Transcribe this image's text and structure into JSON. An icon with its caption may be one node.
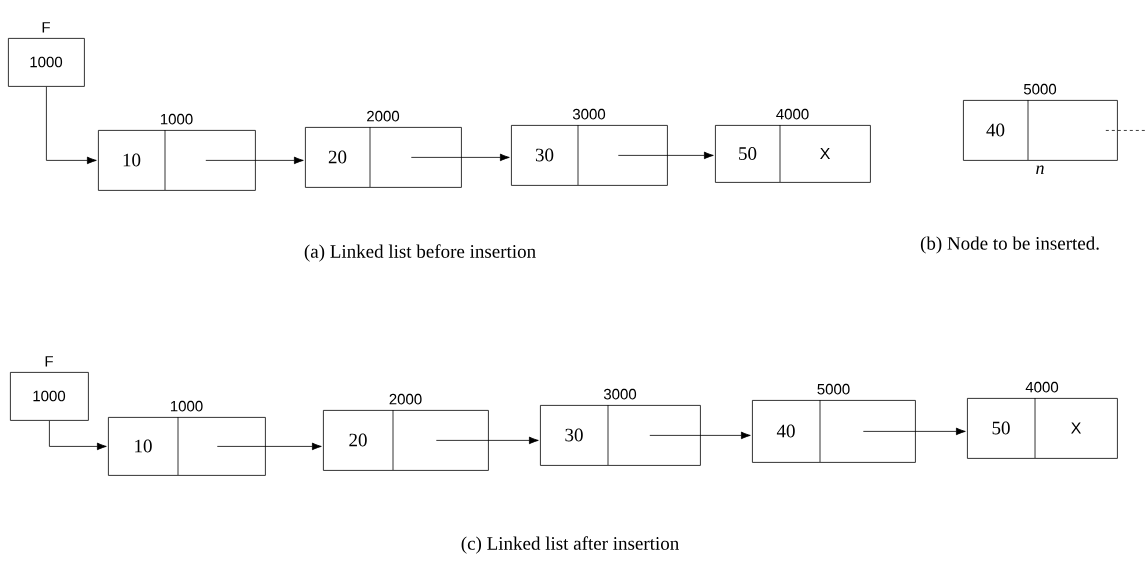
{
  "diagram": {
    "nodes": [
      {
        "text": [
          "1000"
        ],
        "beside": [
          "F"
        ]
      },
      {
        "text": [
          "10"
        ],
        "beside": [
          "1000"
        ]
      },
      {
        "text": [
          "20"
        ],
        "beside": [
          "2000"
        ]
      },
      {
        "text": [
          "30"
        ],
        "beside": [
          "3000"
        ]
      },
      {
        "text": [
          "50",
          "X"
        ],
        "beside": [
          "4000"
        ]
      },
      {
        "text": [
          "40"
        ],
        "beside": [
          "5000",
          "n"
        ]
      },
      {
        "text": [
          "1000"
        ],
        "beside": [
          "F"
        ]
      },
      {
        "text": [
          "10"
        ],
        "beside": [
          "1000"
        ]
      },
      {
        "text": [
          "20"
        ],
        "beside": [
          "2000"
        ]
      },
      {
        "text": [
          "30"
        ],
        "beside": [
          "3000"
        ]
      },
      {
        "text": [
          "40"
        ],
        "beside": [
          "5000"
        ]
      },
      {
        "text": [
          "50",
          "X"
        ],
        "beside": [
          "4000"
        ]
      }
    ],
    "edges": [
      {
        "from": 0,
        "to": 1,
        "arrow": "to"
      },
      {
        "from": 1,
        "to": 2,
        "arrow": "to"
      },
      {
        "from": 2,
        "to": 3,
        "arrow": "to"
      },
      {
        "from": 3,
        "to": 4,
        "arrow": "to"
      },
      {
        "from": 5,
        "to": null,
        "arrow": "none",
        "style": "dashed"
      },
      {
        "from": 6,
        "to": 7,
        "arrow": "to"
      },
      {
        "from": 7,
        "to": 8,
        "arrow": "to"
      },
      {
        "from": 8,
        "to": 9,
        "arrow": "to"
      },
      {
        "from": 9,
        "to": 10,
        "arrow": "to"
      },
      {
        "from": 10,
        "to": 11,
        "arrow": "to"
      }
    ],
    "labels": [
      "(a) Linked list before insertion",
      "(b) Node to be inserted.",
      "(c) Linked list after insertion"
    ]
  }
}
